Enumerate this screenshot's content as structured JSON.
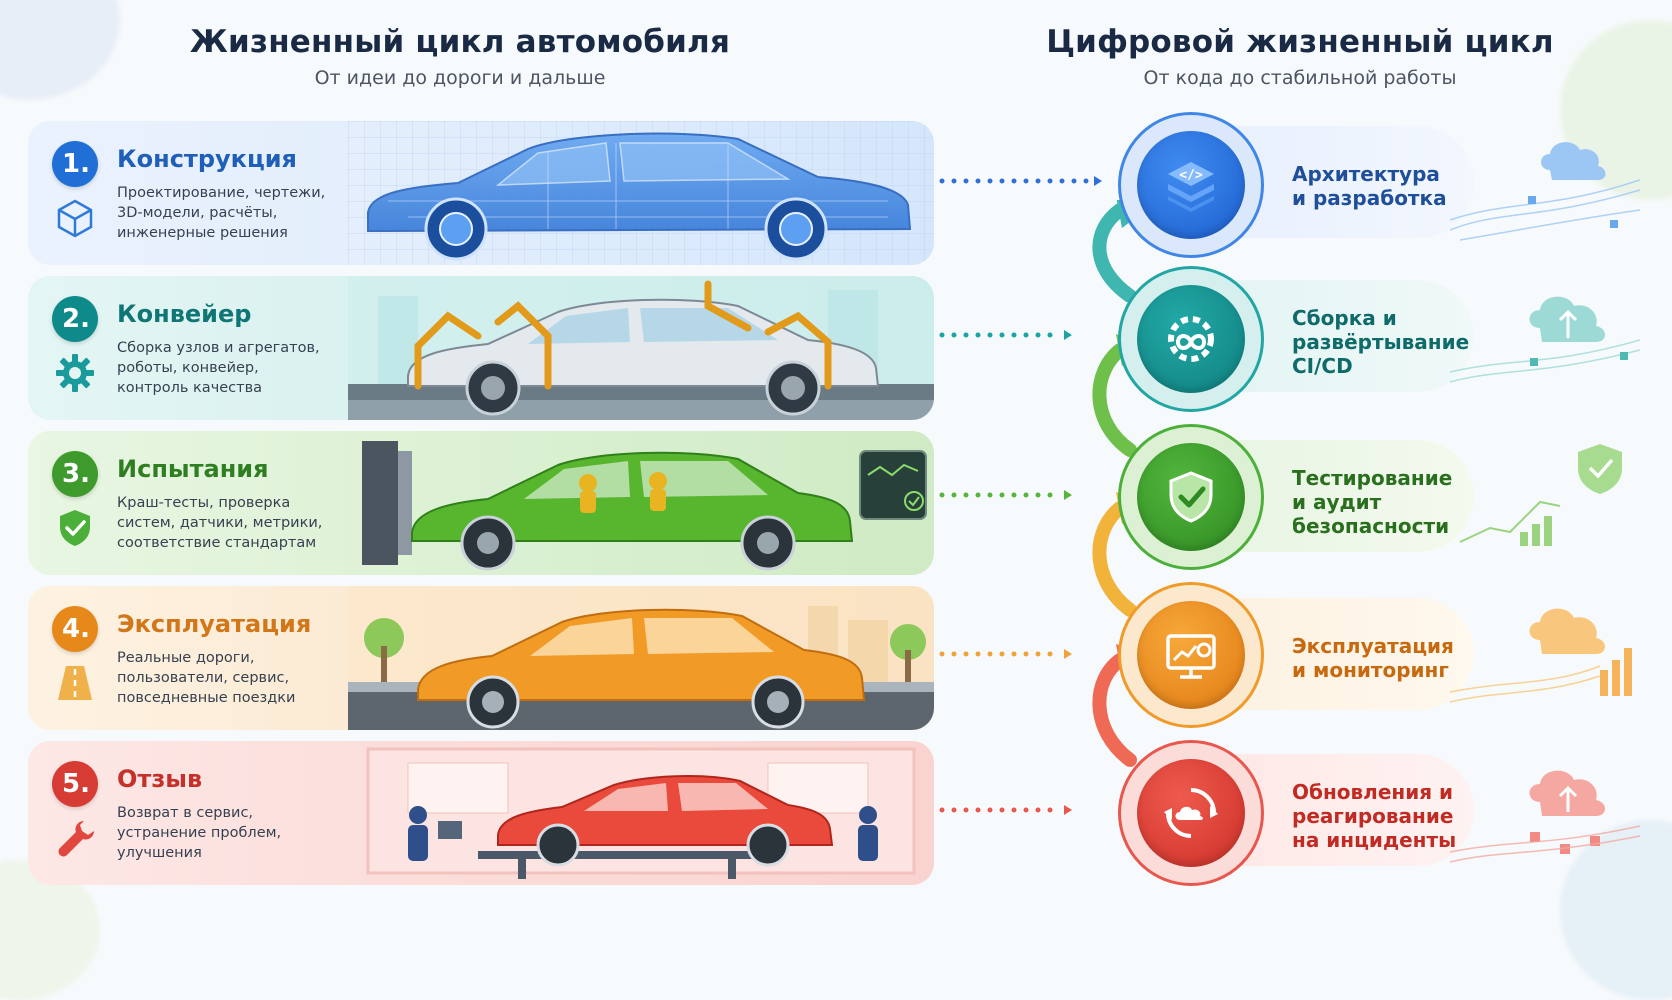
{
  "left": {
    "title": "Жизненный цикл автомобиля",
    "subtitle": "От идеи до дороги и дальше",
    "stages": [
      {
        "number": "1.",
        "title": "Конструкция",
        "description": "Проектирование, чертежи,\n3D-модели, расчёты,\nинженерные решения",
        "icon": "cube-icon",
        "color": "#1f6fd6"
      },
      {
        "number": "2.",
        "title": "Конвейер",
        "description": "Сборка узлов и агрегатов,\nроботы, конвейер,\nконтроль качества",
        "icon": "gear-icon",
        "color": "#0f8a8a"
      },
      {
        "number": "3.",
        "title": "Испытания",
        "description": "Краш-тесты, проверка\nсистем, датчики, метрики,\nсоответствие стандартам",
        "icon": "shield-check-icon",
        "color": "#3f9a2e"
      },
      {
        "number": "4.",
        "title": "Эксплуатация",
        "description": "Реальные дороги,\nпользователи, сервис,\nповседневные поездки",
        "icon": "road-icon",
        "color": "#e6891a"
      },
      {
        "number": "5.",
        "title": "Отзыв",
        "description": "Возврат в сервис,\nустранение проблем,\nулучшения",
        "icon": "wrench-icon",
        "color": "#d63b34"
      }
    ]
  },
  "right": {
    "title": "Цифровой жизненный цикл",
    "subtitle": "От кода до стабильной работы",
    "stages": [
      {
        "label": "Архитектура\nи разработка",
        "icon": "code-layers-icon",
        "color": "#1f6fd6"
      },
      {
        "label": "Сборка и\nразвёртывание\nCI/CD",
        "icon": "gear-infinity-icon",
        "color": "#0f8a8a"
      },
      {
        "label": "Тестирование\nи аудит\nбезопасности",
        "icon": "shield-check-icon",
        "color": "#3f9a2e"
      },
      {
        "label": "Эксплуатация\nи мониторинг",
        "icon": "monitor-chart-icon",
        "color": "#e6891a"
      },
      {
        "label": "Обновления и\nреагирование\nна инциденты",
        "icon": "cloud-refresh-icon",
        "color": "#d63b34"
      }
    ]
  }
}
